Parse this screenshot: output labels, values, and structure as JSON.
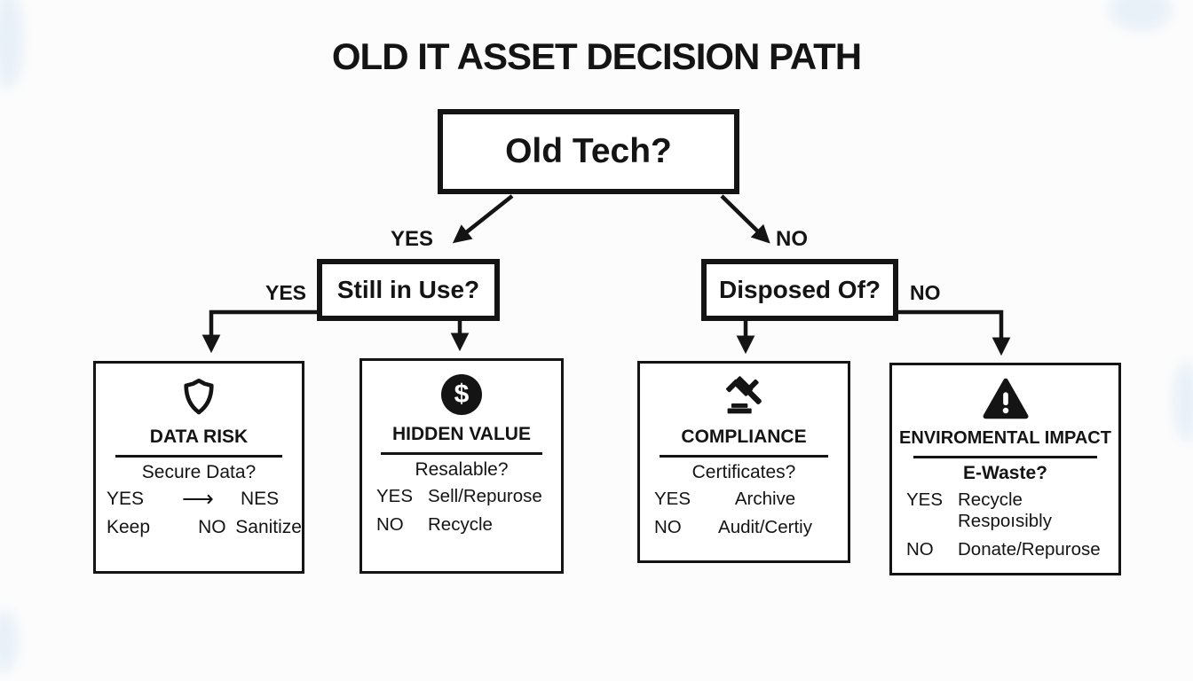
{
  "title": "OLD IT ASSET DECISION PATH",
  "root": {
    "label": "Old Tech?"
  },
  "edges": {
    "root_yes": "YES",
    "root_no": "NO",
    "still_in_use_yes": "YES",
    "disposed_of_no": "NO"
  },
  "decisions": {
    "still_in_use": {
      "label": "Still in Use?"
    },
    "disposed_of": {
      "label": "Disposed Of?"
    }
  },
  "outcomes": {
    "data_risk": {
      "icon": "shield-icon",
      "title": "DATA RISK",
      "question": "Secure Data?",
      "row1": {
        "yes": "YES",
        "arrow": "⟶",
        "result": "NES"
      },
      "row2": {
        "keep": "Keep",
        "no": "NO",
        "sanitize": "Sanitize"
      }
    },
    "hidden_value": {
      "icon": "dollar-icon",
      "glyph": "$",
      "title": "HIDDEN VALUE",
      "question": "Resalable?",
      "yes_row": {
        "key": "YES",
        "value": "Sell/Repurose"
      },
      "no_row": {
        "key": "NO",
        "value": "Recycle"
      }
    },
    "compliance": {
      "icon": "gavel-icon",
      "title": "COMPLIANCE",
      "question": "Certificates?",
      "yes_row": {
        "key": "YES",
        "value": "Archive"
      },
      "no_row": {
        "key": "NO",
        "value": "Audit/Certiy"
      }
    },
    "environmental_impact": {
      "icon": "warning-icon",
      "title": "ENVIROMENTAL IMPACT",
      "question": "E-Waste?",
      "yes_row": {
        "key": "YES",
        "value": "Recycle Respoısibly"
      },
      "no_row": {
        "key": "NO",
        "value": "Donate/Repurose"
      }
    }
  },
  "colors": {
    "ink": "#141414",
    "card_bg": "#ffffff",
    "page_bg": "#fcfcfc"
  }
}
